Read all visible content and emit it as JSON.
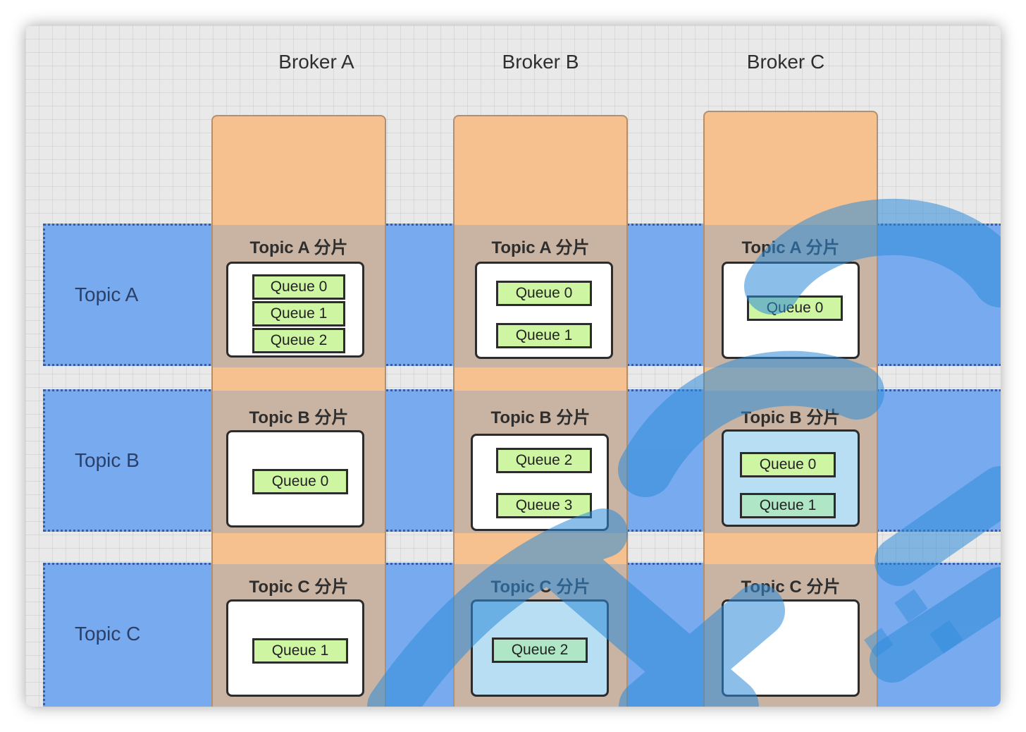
{
  "brokers": [
    "Broker A",
    "Broker B",
    "Broker C"
  ],
  "topics": [
    "Topic A",
    "Topic B",
    "Topic C"
  ],
  "shards": {
    "a": [
      "Topic A 分片",
      "Topic A 分片",
      "Topic A 分片"
    ],
    "b": [
      "Topic B 分片",
      "Topic B 分片",
      "Topic B 分片"
    ],
    "c": [
      "Topic C 分片",
      "Topic C 分片",
      "Topic C 分片"
    ]
  },
  "queues": {
    "a": [
      [
        "Queue 0",
        "Queue 1",
        "Queue 2"
      ],
      [
        "Queue 0",
        "Queue 1"
      ],
      [
        "Queue 0"
      ]
    ],
    "b": [
      [
        "Queue 0"
      ],
      [
        "Queue 2",
        "Queue 3"
      ],
      [
        "Queue 0",
        "Queue 1"
      ]
    ],
    "c": [
      [
        "Queue 1"
      ],
      [
        "Queue 2"
      ],
      []
    ]
  },
  "colors": {
    "topic_band": "#78aaf0",
    "broker_column": "#f6c18e",
    "shard_overlap": "#c9b4a3",
    "queue_fill": "#cdf5a2",
    "watermark": "#2e8cd8"
  }
}
